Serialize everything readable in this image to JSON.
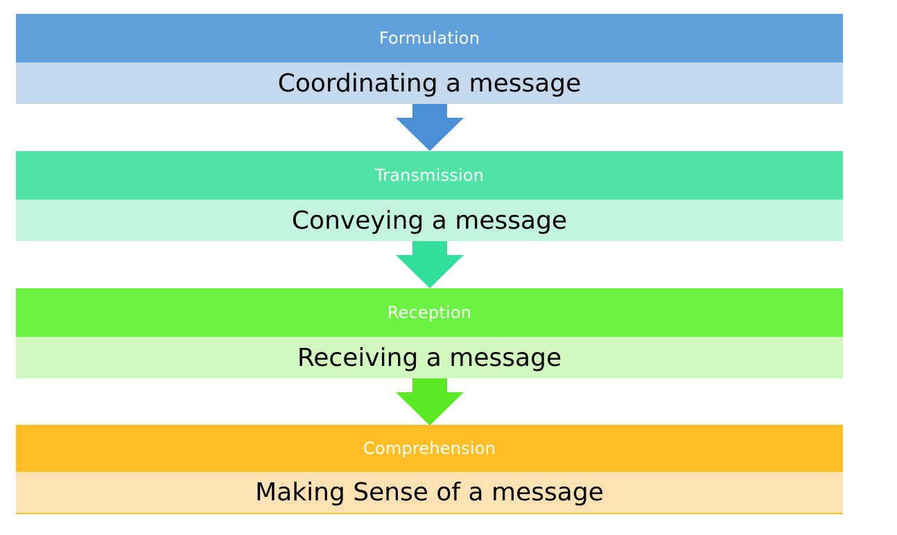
{
  "stages": [
    {
      "title": "Formulation",
      "description": "Coordinating a message",
      "header_color": "#5f9fdc",
      "body_color": "#c4d8ee"
    },
    {
      "title": "Transmission",
      "description": "Conveying a message",
      "header_color": "#4fe4a4",
      "body_color": "#c2f4de"
    },
    {
      "title": "Reception",
      "description": "Receiving a message",
      "header_color": "#6af342",
      "body_color": "#d3f8bf"
    },
    {
      "title": "Comprehension",
      "description": "Making Sense of a message",
      "header_color": "#fdbf25",
      "body_color": "#fee2b4"
    }
  ],
  "arrows": [
    {
      "color": "#4a90d6"
    },
    {
      "color": "#33dd9a"
    },
    {
      "color": "#5ae822"
    }
  ]
}
